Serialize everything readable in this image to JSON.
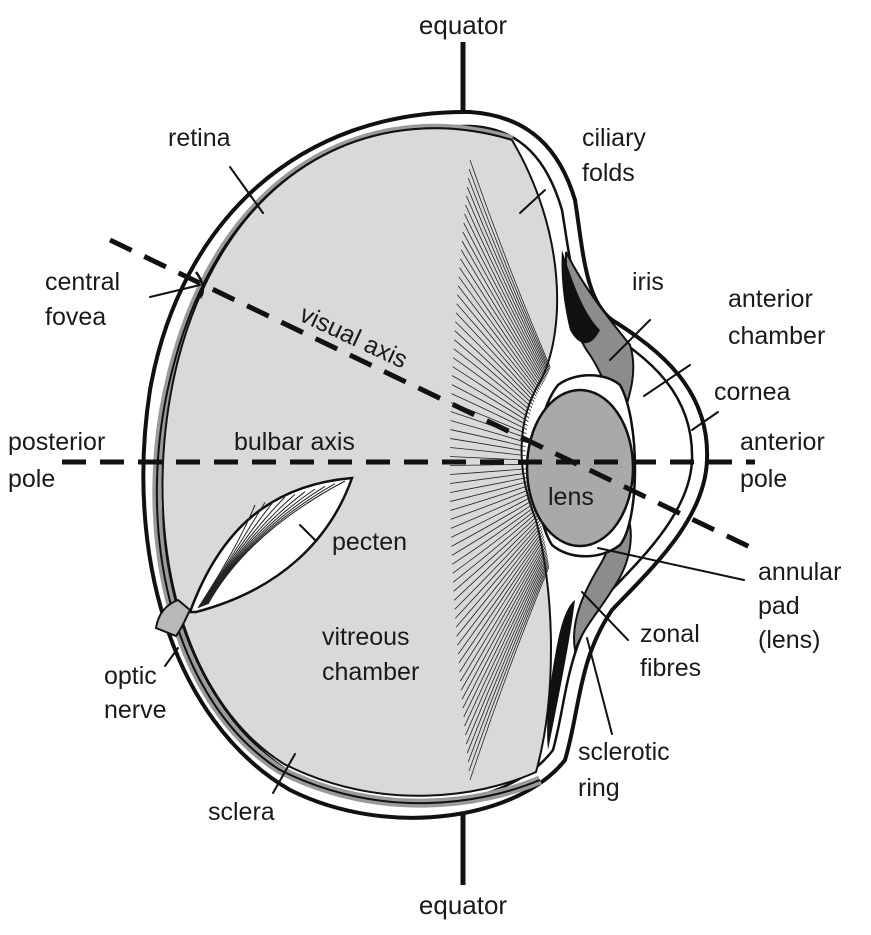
{
  "labels": {
    "equator_top": "equator",
    "equator_bottom": "equator",
    "retina": "retina",
    "ciliary": [
      "ciliary",
      "folds"
    ],
    "central_fovea": [
      "central",
      "fovea"
    ],
    "iris": "iris",
    "anterior_chamber": [
      "anterior",
      "chamber"
    ],
    "visual_axis": "visual axis",
    "cornea": "cornea",
    "posterior_pole": [
      "posterior",
      "pole"
    ],
    "bulbar_axis": "bulbar axis",
    "anterior_pole": [
      "anterior",
      "pole"
    ],
    "lens": "lens",
    "pecten": "pecten",
    "annular_pad": [
      "annular",
      "pad",
      "(lens)"
    ],
    "zonal_fibres": [
      "zonal",
      "fibres"
    ],
    "vitreous_chamber": [
      "vitreous",
      "chamber"
    ],
    "optic_nerve": [
      "optic",
      "nerve"
    ],
    "sclerotic_ring": [
      "sclerotic",
      "ring"
    ],
    "sclera": "sclera"
  },
  "colors": {
    "vitreous": "#d9d9d9",
    "retina_band": "#9a9a9a",
    "lens": "#a9a9a9",
    "iris": "#8c8c8c",
    "outline": "#111111"
  }
}
